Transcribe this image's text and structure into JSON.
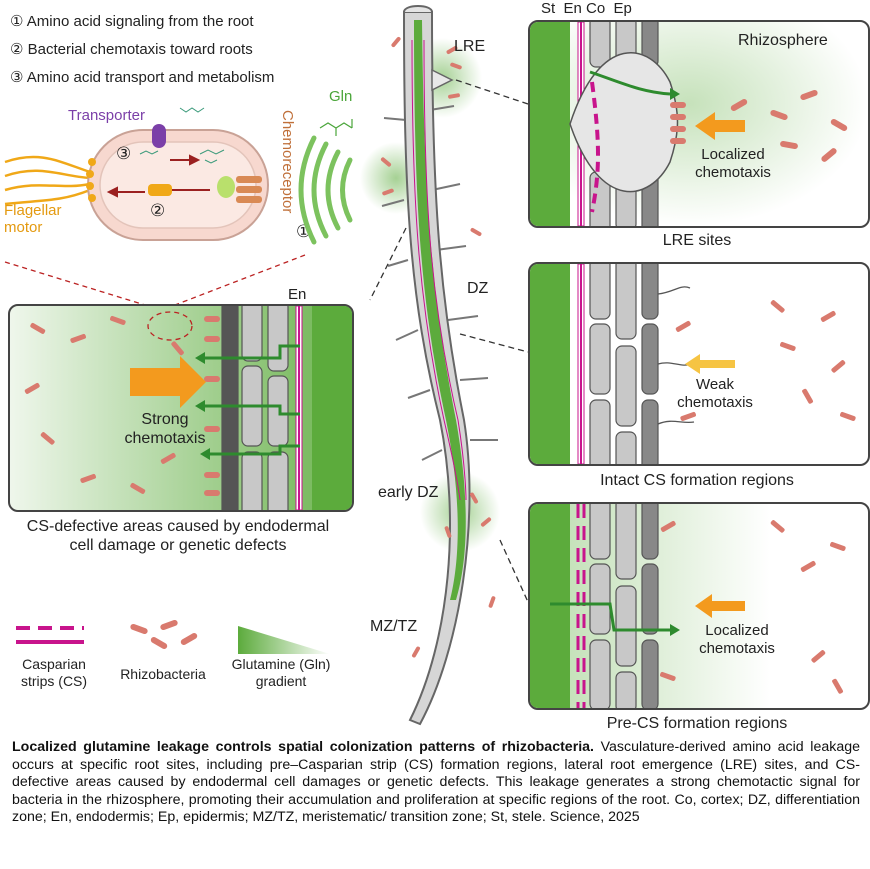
{
  "legend_top": {
    "item1": "① Amino acid signaling from the root",
    "item2": "② Bacterial chemotaxis toward roots",
    "item3": "③ Amino acid transport and metabolism"
  },
  "bacterium_labels": {
    "transporter": "Transporter",
    "chemoreceptor": "Chemoreceptor",
    "flagellar_motor": "Flagellar motor",
    "gln": "Gln",
    "num1": "①",
    "num2": "②",
    "num3": "③"
  },
  "root_labels": {
    "lre": "LRE",
    "dz": "DZ",
    "early_dz": "early DZ",
    "mz_tz": "MZ/TZ"
  },
  "lre_panel": {
    "layers": "St  En Co  Ep",
    "rhizosphere": "Rhizosphere",
    "chemotaxis": "Localized chemotaxis",
    "title": "LRE sites"
  },
  "intact_panel": {
    "chemotaxis": "Weak chemotaxis",
    "title": "Intact CS formation regions"
  },
  "precs_panel": {
    "chemotaxis": "Localized chemotaxis",
    "title": "Pre-CS formation regions"
  },
  "defect_panel": {
    "en": "En",
    "chemotaxis": "Strong chemotaxis",
    "title": "CS-defective areas caused by endodermal cell damage or genetic defects"
  },
  "legend_bottom": {
    "cs": "Casparian strips (CS)",
    "bacteria": "Rhizobacteria",
    "gln": "Glutamine (Gln) gradient"
  },
  "caption": {
    "bold": "Localized glutamine leakage controls spatial colonization patterns of rhizobacteria.",
    "body": " Vasculature-derived amino acid leakage occurs at specific root sites, including pre–Casparian strip (CS) formation regions, lateral root emergence (LRE) sites, and CS-defective areas caused by endodermal cell damages or genetic defects. This leakage generates a strong chemotactic signal for bacteria in the rhizosphere, promoting their accumulation and proliferation at specific regions of the root. Co, cortex; DZ, differentiation zone; En, endodermis; Ep, epidermis; MZ/TZ, meristematic/ transition zone; St, stele. Science, 2025"
  },
  "colors": {
    "stele_green": "#5cab3c",
    "cs_magenta": "#c8148c",
    "bacteria": "#d97a6e",
    "arrow_orange": "#f39a1e",
    "transporter_purple": "#7b3fa8",
    "chemoreceptor_brown": "#c0703a",
    "flagellar_gold": "#f0a818",
    "cell_gray": "#c8c8c8"
  }
}
